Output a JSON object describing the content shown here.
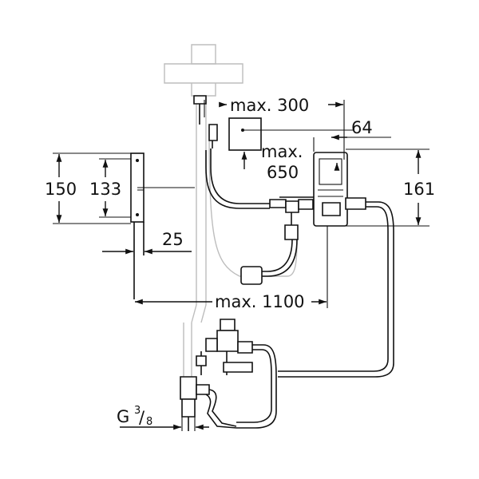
{
  "dimensions": {
    "max_300": "max. 300",
    "d64": "64",
    "max_650_line1": "max.",
    "max_650_line2": "650",
    "d161": "161",
    "d150": "150",
    "d133": "133",
    "d25": "25",
    "max_1100": "max. 1100",
    "thread_g": "G",
    "thread_num": "3",
    "thread_den": "8"
  },
  "colors": {
    "line": "#111111",
    "ghost": "#bdbdbd",
    "background": "#ffffff"
  }
}
